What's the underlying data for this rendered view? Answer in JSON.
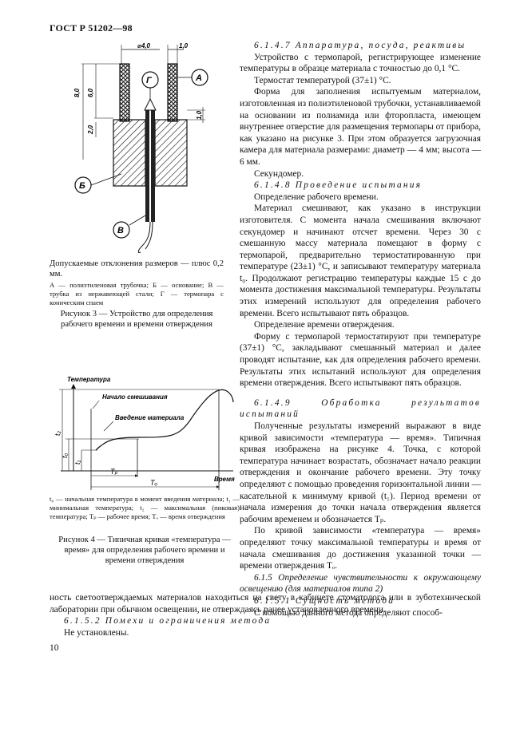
{
  "header": {
    "code": "ГОСТ Р 51202—98"
  },
  "fig3": {
    "dims": {
      "inner": "⌀4,0",
      "wall": "1,0",
      "height_total": "8,0",
      "height_chamber": "6,0",
      "base_gap": "2,0",
      "tube_len": "1,0"
    },
    "markers": {
      "g": "Г",
      "a": "А",
      "b": "Б",
      "v": "В"
    },
    "tolerance": "Допускаемые отклонения размеров — плюс 0,2 мм.",
    "legend": "А — полиэтиленовая трубочка; Б — основание; В — трубка из нержавеющей стали; Г — термопара с коническим спаем",
    "caption": "Рисунок 3 — Устройство для определения рабочего времени и времени отверждения"
  },
  "fig4": {
    "axis_y": "Температура",
    "axis_x": "Время",
    "annot_mix": "Начало смешивания",
    "annot_intro": "Введение материала",
    "t2": "t₂",
    "t0": "t₀",
    "t1": "t₁",
    "Tp": "Tₚ",
    "To": "Tₒ",
    "legend": "t₀ — начальная температура в момент введения материала; t₁ — минимальная температура; t₂ — максимальная (пиковая) температура; Tₚ — рабочее время; Tₒ — время отверждения",
    "caption": "Рисунок 4 — Типичная кривая «температура — время» для определения рабочего времени и времени отверждения"
  },
  "right": {
    "s1_title": "6.1.4.7 Аппаратура, посуда, реактивы",
    "p1": "Устройство с термопарой, регистрирующее изменение температуры в образце материала с точностью до 0,1 °С.",
    "p2": "Термостат температурой (37±1) °С.",
    "p3": "Форма для заполнения испытуемым материалом, изготовленная из полиэтиленовой трубочки, устанавливаемой на основании из полиамида или фторопласта, имеющем внутреннее отверстие для размещения термопары от прибора, как указано на рисунке 3. При этом образуется загрузочная камера для материала размерами: диаметр — 4 мм; высота — 6 мм.",
    "p4": "Секундомер.",
    "s2_title": "6.1.4.8 Проведение испытания",
    "p5": "Определение рабочего времени.",
    "p6": "Материал смешивают, как указано в инструкции изготовителя. С момента начала смешивания включают секундомер и начинают отсчет времени. Через 30 с смешанную массу материала помещают в форму с термопарой, предварительно термостатированную при температуре (23±1) °С, и записывают температуру материала t₀. Продолжают регистрацию температуры каждые 15 с до момента достижения максимальной температуры. Результаты этих измерений используют для определения рабочего времени. Всего испытывают пять образцов.",
    "p7": "Определение времени отверждения.",
    "p8": "Форму с термопарой термостатируют при температуре (37±1) °С, закладывают смешанный материал и далее проводят испытание, как для определения рабочего времени. Результаты этих испытаний используют для определения времени отверждения. Всего испытывают пять образцов.",
    "s3_title": "6.1.4.9 Обработка результатов испытаний",
    "p9": "Полученные результаты измерений выражают в виде кривой зависимости «температура — время». Типичная кривая изображена на рисунке 4. Точка, с которой температура начинает возрастать, обозначает начало реакции отверждения и окончание рабочего времени. Эту точку определяют с помощью проведения горизонтальной линии — касательной к минимуму кривой (t₁). Период времени от начала измерения до точки начала отверждения является рабочим временем и обозначается Tₚ.",
    "p10": "По кривой зависимости «температура — время» определяют точку максимальной температуры и время от начала смешивания до достижения указанной точки — времени отверждения Tₒ.",
    "s4_title": "6.1.5 Определение чувствительности к окружающему освещению (для материалов типа 2)",
    "s5_title": "6.1.5.1 Сущность метода",
    "p11a": "С помощью данного метода определяют способ-"
  },
  "bottom": {
    "p11b": "ность светоотверждаемых материалов находиться на свету в кабинете стоматолога или в зуботехнической лаборатории при обычном освещении, не отверждаясь ранее установленного времени.",
    "s6_title": "6.1.5.2 Помехи и ограничения метода",
    "p12": "Не установлены."
  },
  "page_number": "10"
}
